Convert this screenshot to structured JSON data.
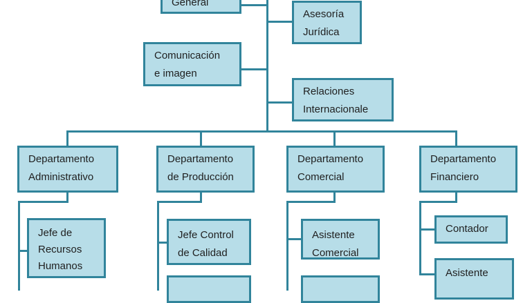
{
  "colors": {
    "fill": "#b7dde8",
    "border": "#31849b"
  },
  "nodes": {
    "general": "General",
    "asesoria": [
      "Asesoría",
      "Jurídica"
    ],
    "comunicacion": [
      "Comunicación",
      "e imagen"
    ],
    "relaciones": [
      "Relaciones",
      "Internacionale"
    ],
    "departamentos": [
      [
        "Departamento",
        "Administrativo"
      ],
      [
        "Departamento",
        "de Producción"
      ],
      [
        "Departamento",
        "Comercial"
      ],
      [
        "Departamento",
        "Financiero"
      ]
    ],
    "jefe_rrhh": [
      "Jefe de",
      "Recursos",
      "Humanos"
    ],
    "jefe_calidad": [
      "Jefe Control",
      "de Calidad"
    ],
    "asistente_comercial": [
      "Asistente",
      "Comercial"
    ],
    "contador": "Contador",
    "asistente_fin": [
      "Asistente"
    ]
  }
}
